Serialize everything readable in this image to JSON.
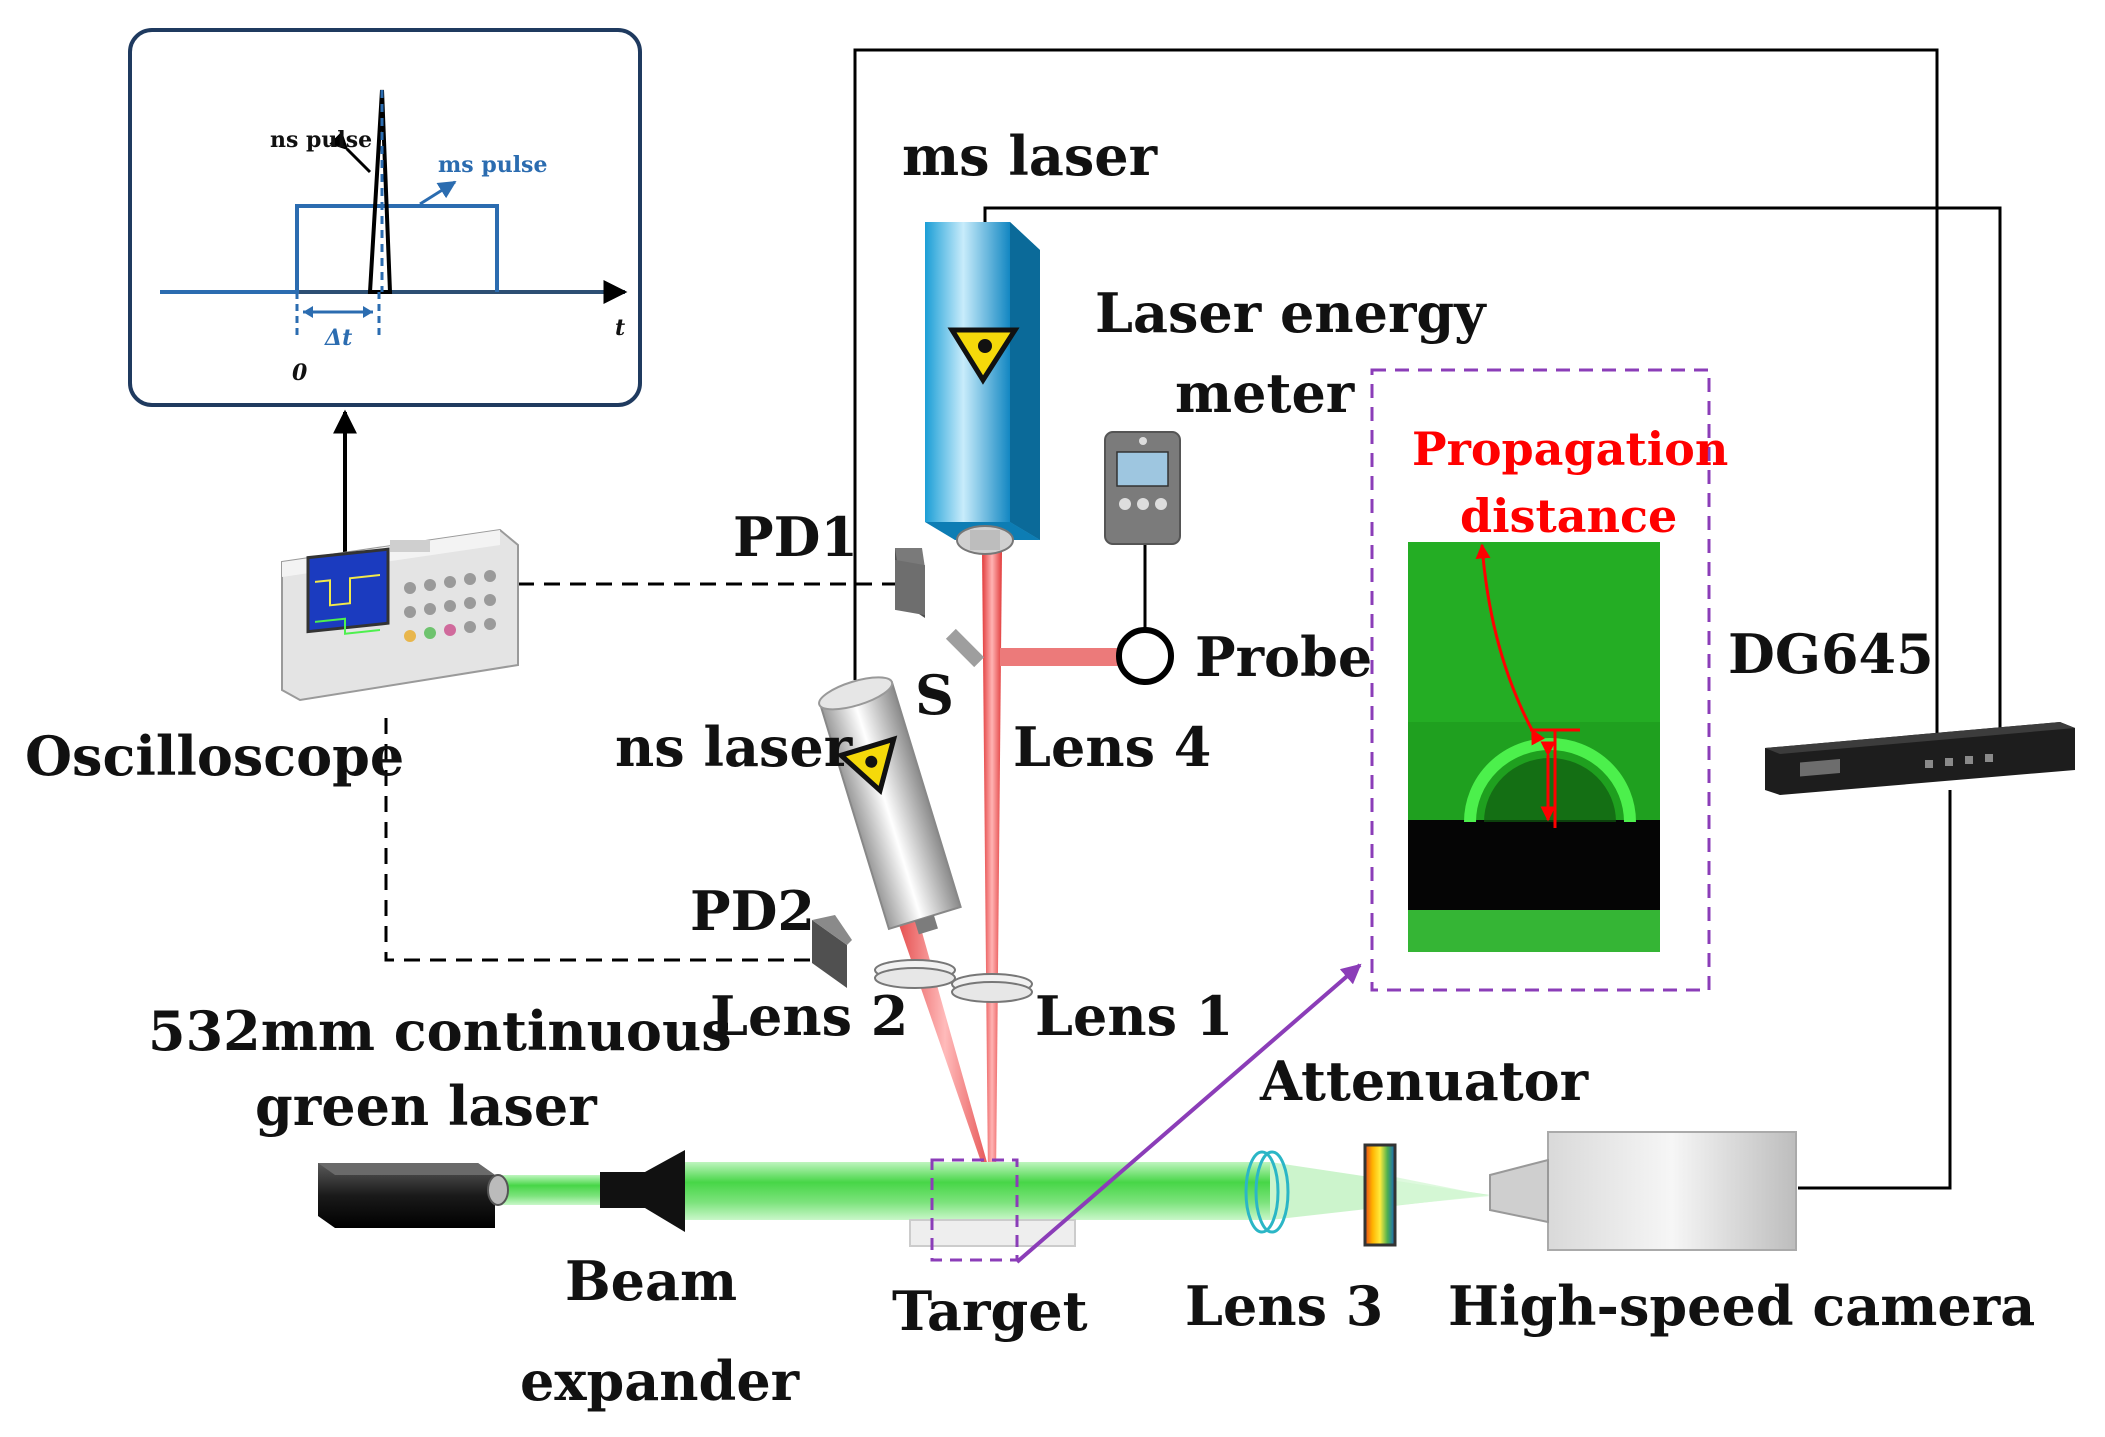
{
  "inset": {
    "ns_pulse": "ns pulse",
    "ms_pulse": "ms pulse",
    "delta_t": "Δt",
    "t_axis": "t",
    "zero": "0"
  },
  "labels": {
    "ms_laser": "ms laser",
    "energy_meter_1": "Laser energy",
    "energy_meter_2": "meter",
    "pd1": "PD1",
    "pd2": "PD2",
    "probe": "Probe",
    "s": "S",
    "oscilloscope": "Oscilloscope",
    "ns_laser": "ns laser",
    "lens1": "Lens 1",
    "lens2": "Lens 2",
    "lens3": "Lens 3",
    "lens4": "Lens 4",
    "dg645": "DG645",
    "green_laser_1": "532mm continuous",
    "green_laser_2": "green laser",
    "beam_1": "Beam",
    "beam_2": "expander",
    "target": "Target",
    "attenuator": "Attenuator",
    "camera": "High-speed camera",
    "prop_1": "Propagation",
    "prop_2": "distance"
  },
  "colors": {
    "inset_border": "#1f3a5f",
    "ms_pulse": "#2b6cb0",
    "red_beam": "#e23b3b",
    "green_beam": "#3fd13f",
    "dashed_box": "#8b3db8",
    "propagation_text": "#ff0000"
  }
}
